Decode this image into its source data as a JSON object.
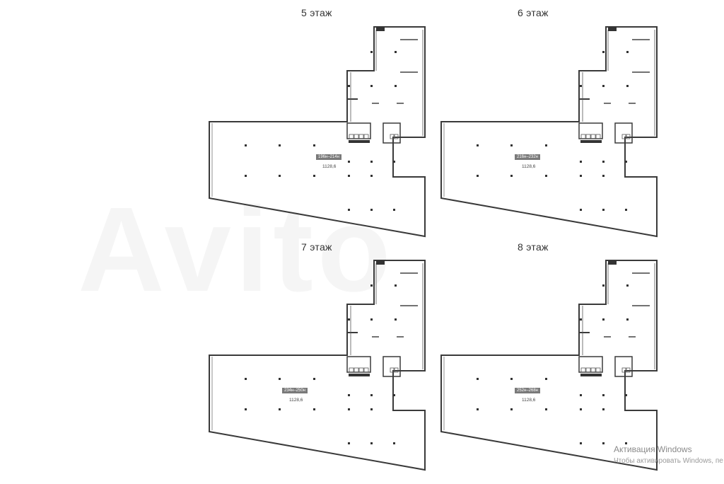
{
  "floors": [
    {
      "title": "5 этаж",
      "units": "196н–214н",
      "area": "1128,6"
    },
    {
      "title": "6 этаж",
      "units": "216н–232н",
      "area": "1128,6"
    },
    {
      "title": "7 этаж",
      "units": "234н–250н",
      "area": "1128,6"
    },
    {
      "title": "8 этаж",
      "units": "252н–268н",
      "area": "1128,6"
    }
  ],
  "windows_activation": {
    "title": "Активация Windows",
    "subtitle": "Чтобы активировать Windows, пе"
  },
  "colors": {
    "wall": "#3a3a3a",
    "badge": "#7a7a7a"
  }
}
